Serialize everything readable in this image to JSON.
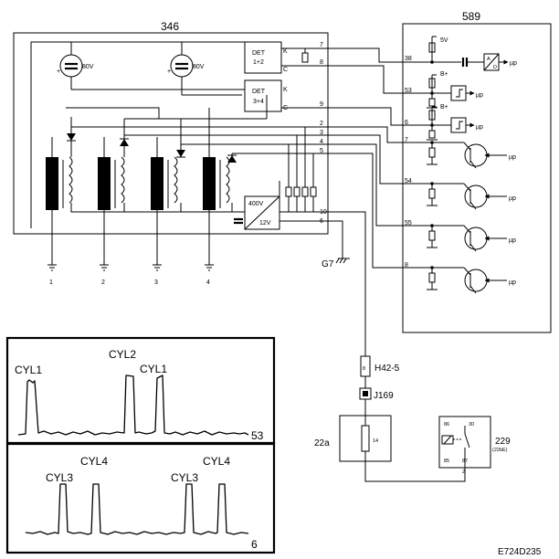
{
  "ecu_block_label": "346",
  "right_block_label": "589",
  "figure_code": "E724D235",
  "ground_label": "G7",
  "connector_label": "H42-5",
  "connector_pin": "8",
  "junction_label": "J169",
  "fuse_box_label": "22a",
  "fuse_pin": "14",
  "relay_label": "229",
  "relay_sub": "(22bE)",
  "relay_pins": [
    "86",
    "30",
    "85",
    "87",
    "2"
  ],
  "supply_5v": "5V",
  "supply_bplus": "B+",
  "capacitor_voltage": "80V",
  "detector_a": {
    "line1": "DET",
    "line2": "1+2",
    "k": "K",
    "c": "C"
  },
  "detector_b": {
    "line1": "DET",
    "line2": "3+4",
    "k": "K",
    "c": "C"
  },
  "converter": {
    "line1": "400V",
    "line2": "12V"
  },
  "up_label": "µp",
  "ecu_pins": [
    "7",
    "8",
    "9",
    "2",
    "3",
    "4",
    "5",
    "10",
    "6"
  ],
  "right_pins": [
    "38",
    "53",
    "6",
    "7",
    "54",
    "55",
    "8"
  ],
  "cylinder_numbers": [
    "1",
    "2",
    "3",
    "4"
  ],
  "scope_top": {
    "channel": "53",
    "labels": [
      "CYL1",
      "CYL2",
      "CYL1"
    ]
  },
  "scope_bottom": {
    "channel": "6",
    "labels": [
      "CYL3",
      "CYL4",
      "CYL3",
      "CYL4"
    ]
  }
}
